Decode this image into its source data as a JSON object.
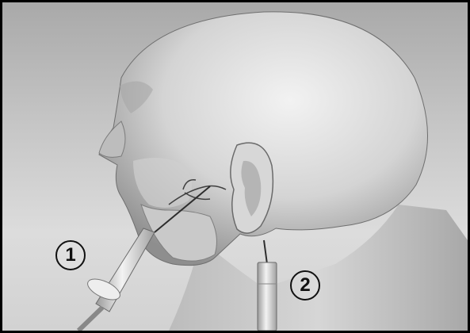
{
  "markers": [
    {
      "id": "injection-site-1",
      "label": "1"
    },
    {
      "id": "injection-site-2",
      "label": "2"
    }
  ],
  "colors": {
    "frame_border": "#000000",
    "background_top": "#a9a9a9",
    "background_bottom": "#d2d2d2",
    "skin_light": "#ededed",
    "skin_mid": "#bdbdbd",
    "skin_dark": "#7f7f7f"
  }
}
